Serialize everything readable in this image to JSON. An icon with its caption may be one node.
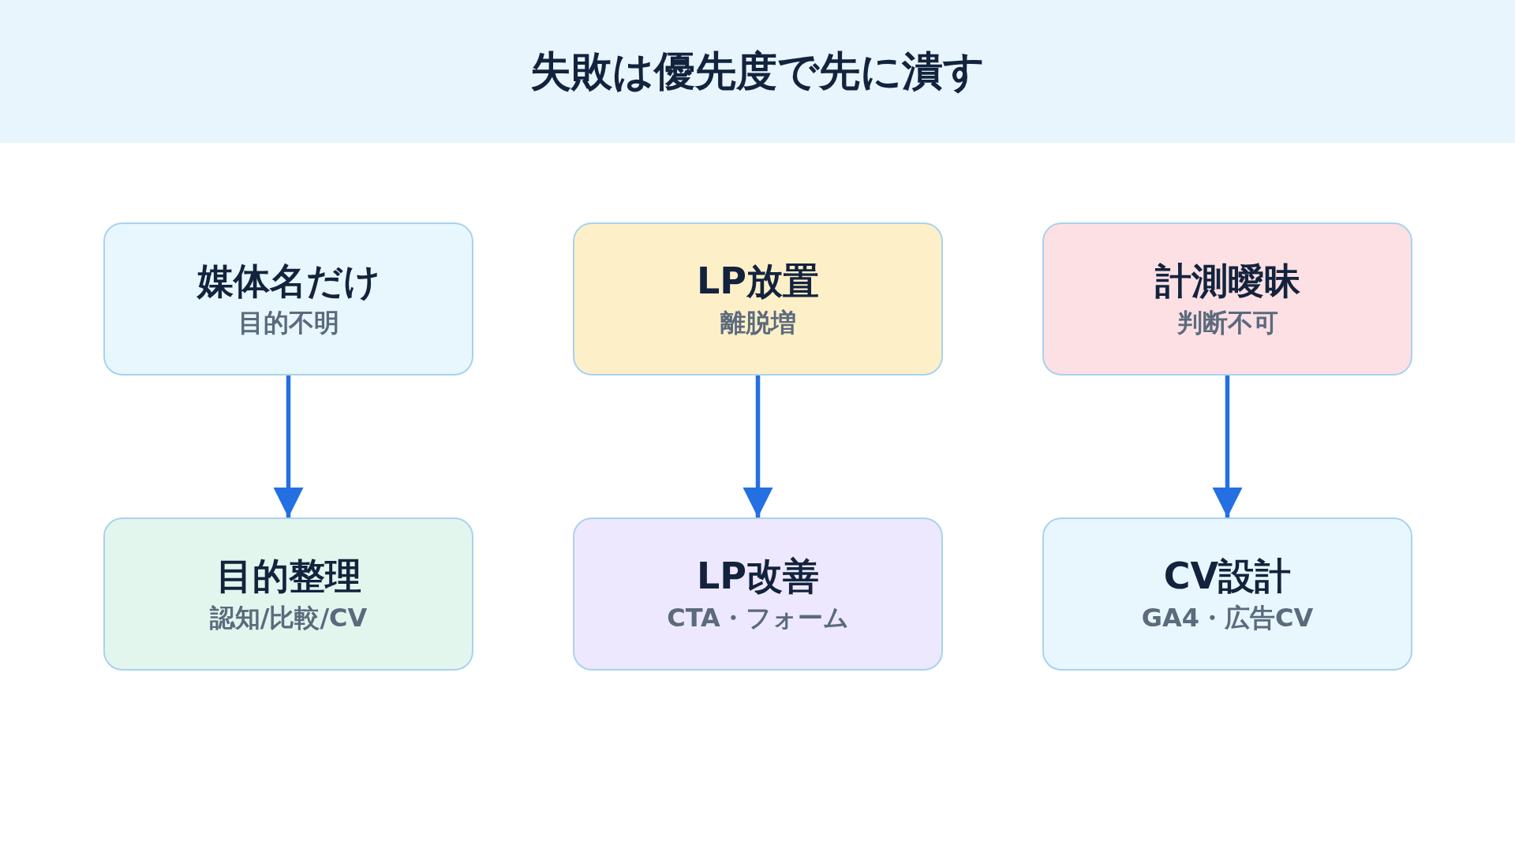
{
  "diagram": {
    "title": "失敗は優先度で先に潰す",
    "nodes": [
      {
        "text": [
          "媒体名だけ",
          "目的不明"
        ]
      },
      {
        "text": [
          "LP放置",
          "離脱増"
        ]
      },
      {
        "text": [
          "計測曖昧",
          "判断不可"
        ]
      },
      {
        "text": [
          "目的整理",
          "認知/比較/CV"
        ]
      },
      {
        "text": [
          "LP改善",
          "CTA・フォーム"
        ]
      },
      {
        "text": [
          "CV設計",
          "GA4・広告CV"
        ]
      }
    ],
    "edges": [
      {
        "from": 0,
        "to": 3,
        "arrow": "to"
      },
      {
        "from": 1,
        "to": 4,
        "arrow": "to"
      },
      {
        "from": 2,
        "to": 5,
        "arrow": "to"
      }
    ]
  }
}
